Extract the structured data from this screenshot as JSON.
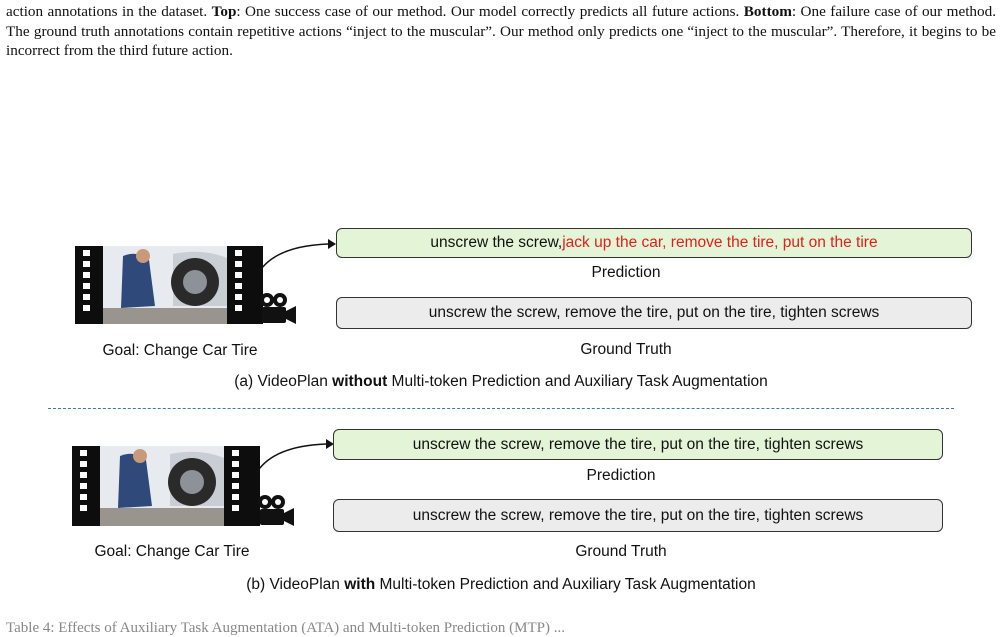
{
  "caption": {
    "text1": "action annotations in the dataset. ",
    "top_label": "Top",
    "text2": ": One success case of our method. Our model correctly predicts all future actions. ",
    "bottom_label": "Bottom",
    "text3": ": One failure case of our method. The ground truth annotations contain repetitive actions “inject to the muscular”. Our method only predicts one “inject to the muscular”. Therefore, it begins to be incorrect from the third future action."
  },
  "panel_a": {
    "goal": "Goal: Change Car Tire",
    "prediction_correct": "unscrew the screw, ",
    "prediction_wrong": "jack up the car, remove the tire, put on the tire",
    "prediction_label": "Prediction",
    "ground_truth": "unscrew the screw, remove the tire, put on the tire, tighten screws",
    "ground_truth_label": "Ground Truth",
    "caption_pre": "(a) VideoPlan ",
    "caption_bold": "without",
    "caption_post": " Multi-token Prediction and Auxiliary Task Augmentation"
  },
  "panel_b": {
    "goal": "Goal: Change Car Tire",
    "prediction": "unscrew the screw, remove the tire, put on the tire, tighten screws",
    "prediction_label": "Prediction",
    "ground_truth": "unscrew the screw, remove the tire, put on the tire, tighten screws",
    "ground_truth_label": "Ground Truth",
    "caption_pre": "(b) VideoPlan ",
    "caption_bold": "with",
    "caption_post": " Multi-token Prediction and Auxiliary Task Augmentation"
  },
  "bottom_text": "Table 4: Effects of Auxiliary Task Augmentation (ATA) and Multi-token Prediction (MTP) ...",
  "colors": {
    "prediction_bg": "#e3f5d6",
    "ground_truth_bg": "#ececec",
    "error_text": "#e0201a",
    "divider": "#3a7ca5"
  },
  "icons": [
    "film-strip-icon",
    "video-camera-icon",
    "curved-arrow-icon"
  ]
}
